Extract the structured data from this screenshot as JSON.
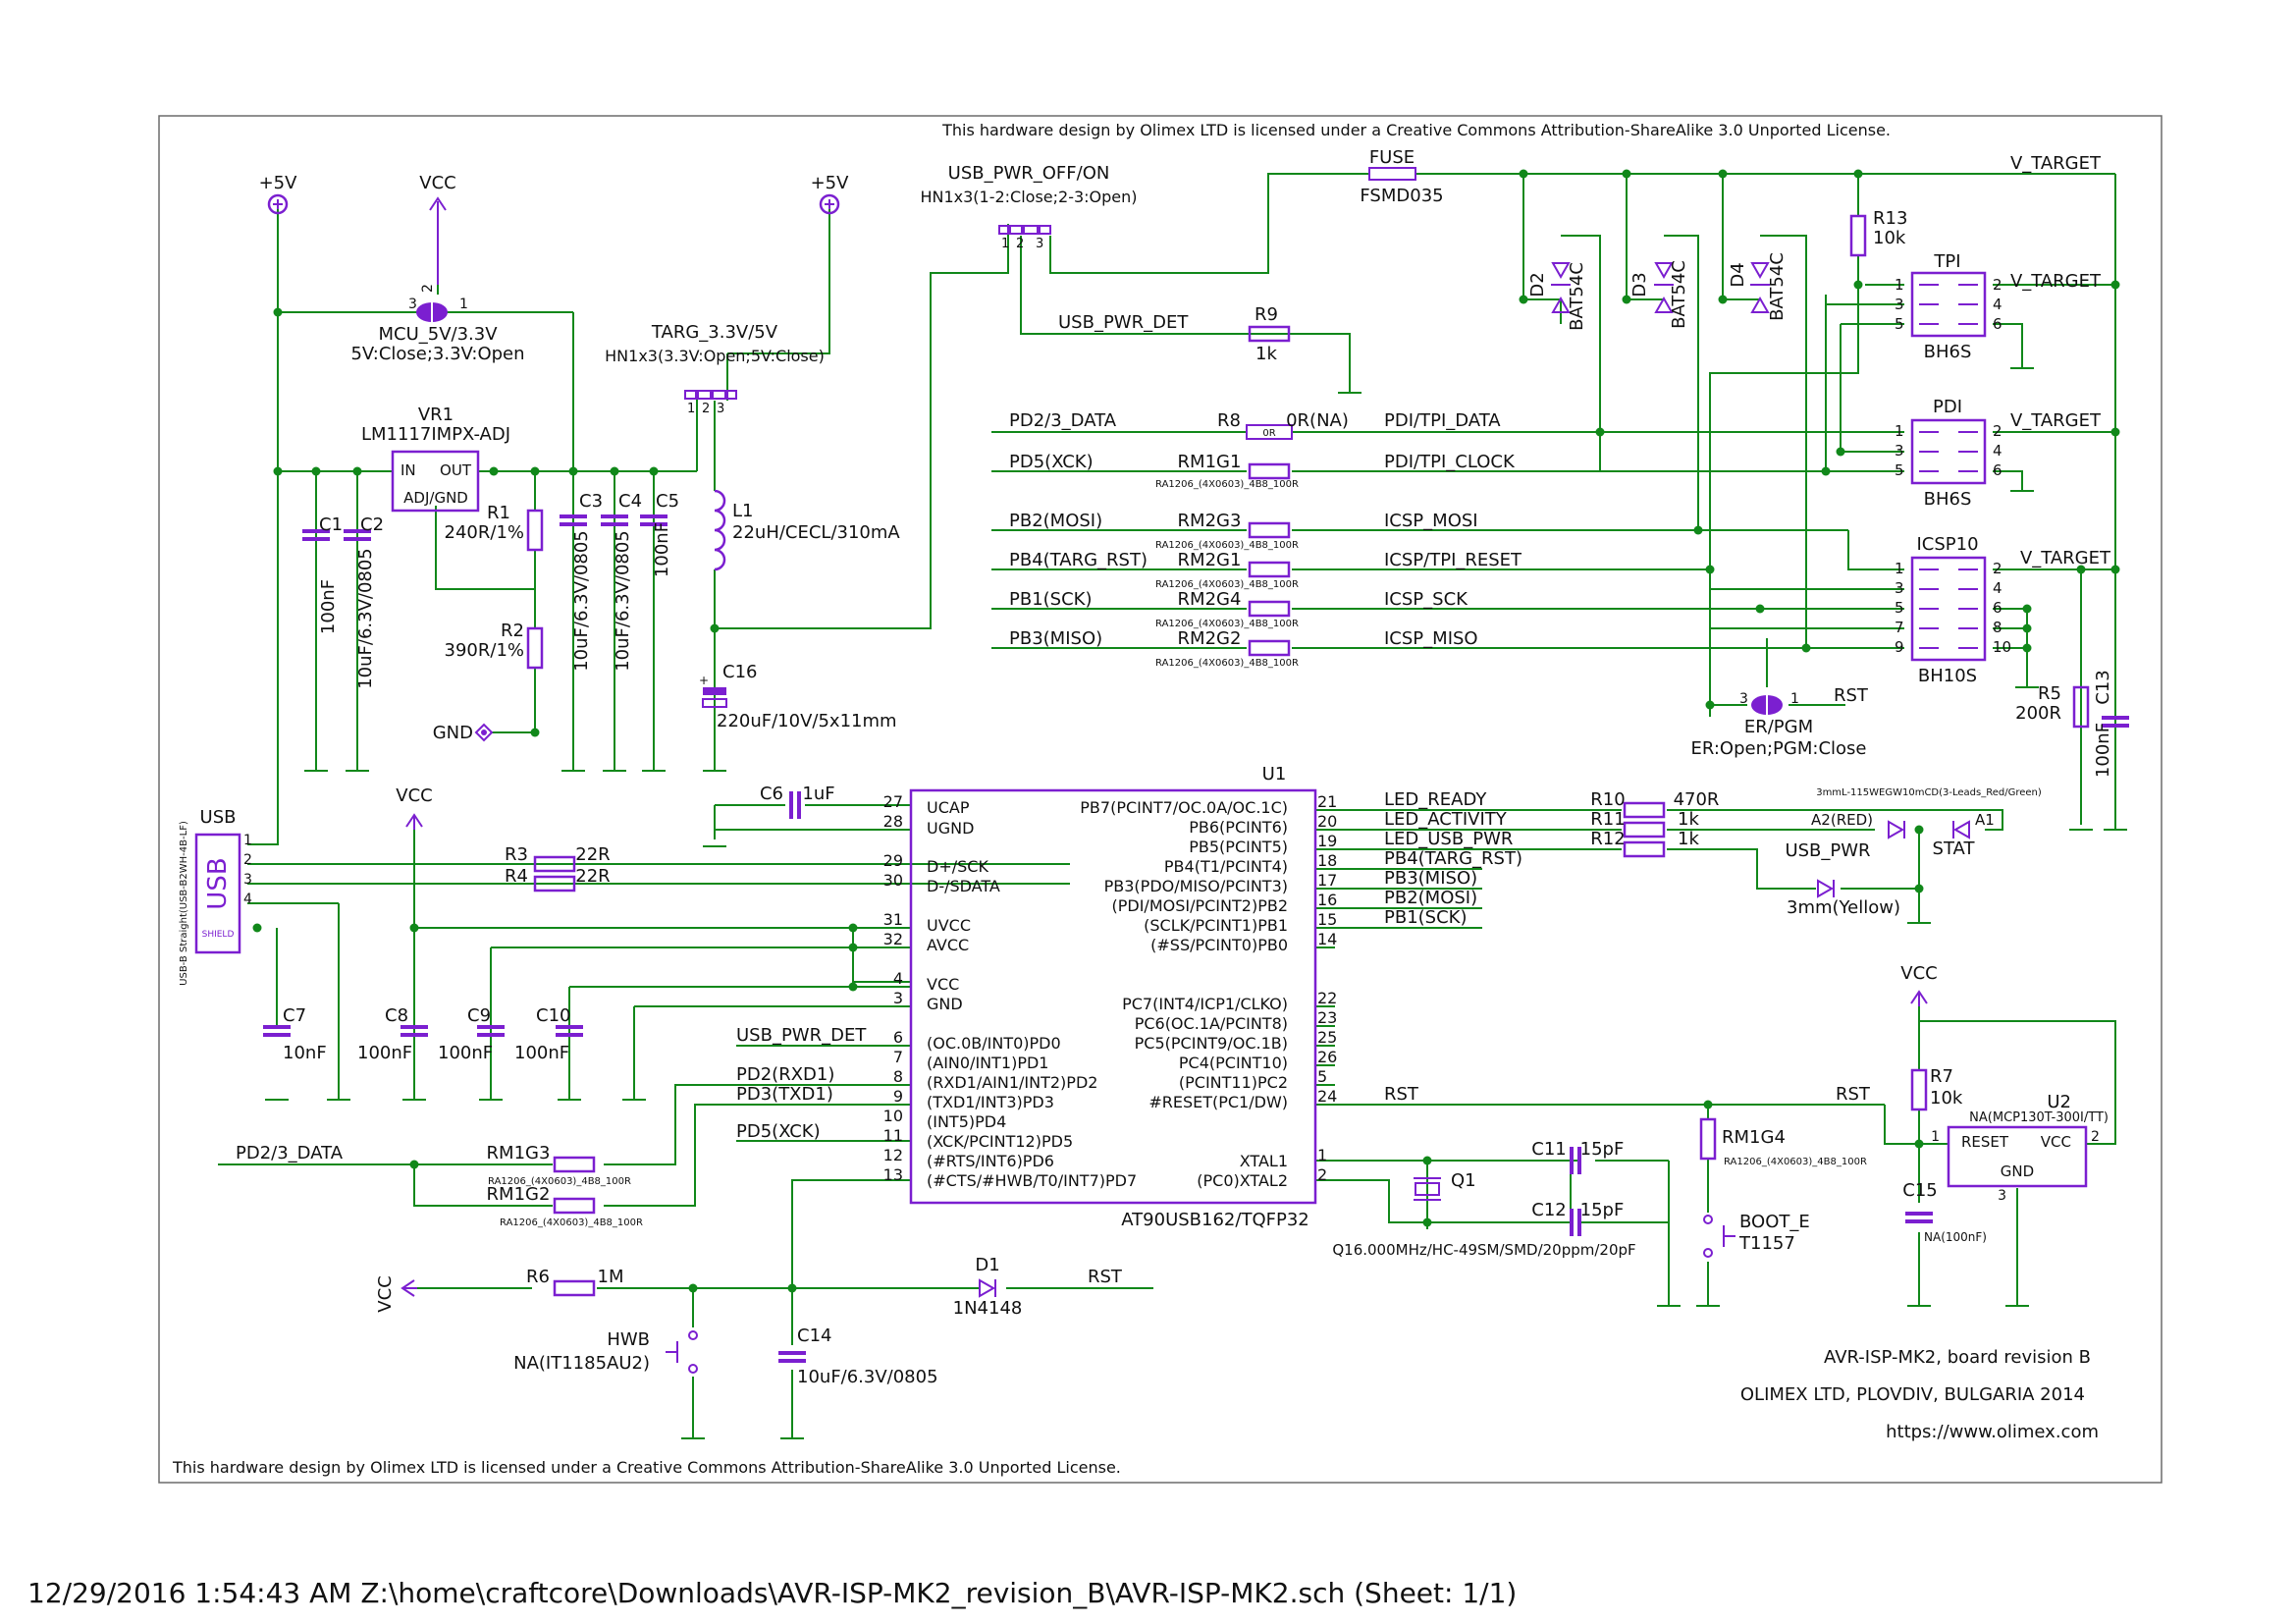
{
  "license_top": "This hardware design by Olimex LTD is licensed under a Creative Commons Attribution-ShareAlike 3.0 Unported License.",
  "license_bottom": "This hardware design by Olimex LTD is licensed under a Creative Commons Attribution-ShareAlike 3.0 Unported License.",
  "title_block": {
    "board": "AVR-ISP-MK2, board revision B",
    "company": "OLIMEX LTD, PLOVDIV, BULGARIA 2014",
    "url": "https://www.olimex.com"
  },
  "footer": "12/29/2016 1:54:43 AM  Z:\\home\\craftcore\\Downloads\\AVR-ISP-MK2_revision_B\\AVR-ISP-MK2.sch (Sheet: 1/1)",
  "power": {
    "p5v": "+5V",
    "vcc": "VCC",
    "gnd": "GND"
  },
  "jumpers": {
    "mcu_name": "MCU_5V/3.3V",
    "mcu_desc": "5V:Close;3.3V:Open",
    "targ_name": "TARG_3.3V/5V",
    "targ_desc": "HN1x3(3.3V:Open;5V:Close)",
    "usbpwr_name": "USB_PWR_OFF/ON",
    "usbpwr_desc": "HN1x3(1-2:Close;2-3:Open)",
    "erpgm_name": "ER/PGM",
    "erpgm_desc": "ER:Open;PGM:Close"
  },
  "regulator": {
    "ref": "VR1",
    "part": "LM1117IMPX-ADJ",
    "in": "IN",
    "out": "OUT",
    "adj": "ADJ/GND"
  },
  "components": {
    "c1": "C1",
    "c1v": "100nF",
    "c2": "C2",
    "c2v": "10uF/6.3V/0805",
    "c3": "C3",
    "c3v": "10uF/6.3V/0805",
    "c4": "C4",
    "c4v": "10uF/6.3V/0805",
    "c5": "C5",
    "c5v": "100nF",
    "r1": "R1",
    "r1v": "240R/1%",
    "r2": "R2",
    "r2v": "390R/1%",
    "l1": "L1",
    "l1v": "22uH/CECL/310mA",
    "c16": "C16",
    "c16v": "220uF/10V/5x11mm",
    "fuse": "FUSE",
    "fusev": "FSMD035",
    "r13": "R13",
    "r13v": "10k",
    "d2": "D2",
    "d3": "D3",
    "d4": "D4",
    "bat": "BAT54C",
    "r9": "R9",
    "r9v": "1k",
    "r8": "R8",
    "r8v": "0R(NA)",
    "r8box": "0R",
    "rm1g1": "RM1G1",
    "rm2g3": "RM2G3",
    "rm2g1": "RM2G1",
    "rm2g4": "RM2G4",
    "rm2g2": "RM2G2",
    "rm1g3": "RM1G3",
    "rm1g2": "RM1G2",
    "rm1g4": "RM1G4",
    "rapart": "RA1206_(4X0603)_4B8_100R",
    "c6": "C6",
    "c6v": "1uF",
    "r3": "R3",
    "r3v": "22R",
    "r4": "R4",
    "r4v": "22R",
    "c7": "C7",
    "c7v": "10nF",
    "c8": "C8",
    "c8v": "100nF",
    "c9": "C9",
    "c9v": "100nF",
    "c10": "C10",
    "c10v": "100nF",
    "r10": "R10",
    "r10v": "470R",
    "r11": "R11",
    "r11v": "1k",
    "r12": "R12",
    "r12v": "1k",
    "led_part": "3mmL-115WEGW10mCD(3-Leads_Red/Green)",
    "a2": "A2(RED)",
    "a1": "A1",
    "stat": "STAT",
    "usbpwr_led": "USB_PWR",
    "led3": "3mm(Yellow)",
    "r5": "R5",
    "r5v": "200R",
    "c13": "C13",
    "c13v": "100nF",
    "c11": "C11",
    "c11v": "15pF",
    "c12": "C12",
    "c12v": "15pF",
    "q1": "Q1",
    "q1v": "Q16.000MHz/HC-49SM/SMD/20ppm/20pF",
    "boot": "BOOT_E",
    "bootv": "T1157",
    "r7": "R7",
    "r7v": "10k",
    "c15": "C15",
    "c15v": "NA(100nF)",
    "u2": "U2",
    "u2v": "NA(MCP130T-300I/TT)",
    "u2reset": "RESET",
    "u2vcc": "VCC",
    "u2gnd": "GND",
    "r6": "R6",
    "r6v": "1M",
    "d1": "D1",
    "d1v": "1N4148",
    "hwb": "HWB",
    "hwbv": "NA(IT1185AU2)",
    "c14": "C14",
    "c14v": "10uF/6.3V/0805",
    "usb": "USB",
    "usb_part": "USB-B Straight(USB-B2WH-4B-LF)",
    "shield": "SHIELD"
  },
  "connectors": {
    "tpi": "TPI",
    "pdi": "PDI",
    "icsp": "ICSP10",
    "bh6": "BH6S",
    "bh10": "BH10S"
  },
  "nets": {
    "v_target": "V_TARGET",
    "usb_pwr_det": "USB_PWR_DET",
    "pd23_data": "PD2/3_DATA",
    "pd5_xck": "PD5(XCK)",
    "pb2_mosi": "PB2(MOSI)",
    "pb4_targ": "PB4(TARG_RST)",
    "pb1_sck": "PB1(SCK)",
    "pb3_miso": "PB3(MISO)",
    "pdi_tpi_data": "PDI/TPI_DATA",
    "pdi_tpi_clock": "PDI/TPI_CLOCK",
    "icsp_mosi": "ICSP_MOSI",
    "icsp_tpi_reset": "ICSP/TPI_RESET",
    "icsp_sck": "ICSP_SCK",
    "icsp_miso": "ICSP_MISO",
    "rst": "RST",
    "led_ready": "LED_READY",
    "led_activity": "LED_ACTIVITY",
    "led_usb_pwr": "LED_USB_PWR",
    "pb4_targ_rst": "PB4(TARG_RST)",
    "pb3_miso_r": "PB3(MISO)",
    "pb2_mosi_r": "PB2(MOSI)",
    "pb1_sck_r": "PB1(SCK)",
    "pd2_rxd1": "PD2(RXD1)",
    "pd3_txd1": "PD3(TXD1)"
  },
  "mcu": {
    "ref": "U1",
    "part": "AT90USB162/TQFP32",
    "left": [
      {
        "pin": "27",
        "name": "UCAP"
      },
      {
        "pin": "28",
        "name": "UGND"
      },
      {
        "pin": "29",
        "name": "D+/SCK"
      },
      {
        "pin": "30",
        "name": "D-/SDATA"
      },
      {
        "pin": "31",
        "name": "UVCC"
      },
      {
        "pin": "32",
        "name": "AVCC"
      },
      {
        "pin": "4",
        "name": "VCC"
      },
      {
        "pin": "3",
        "name": "GND"
      },
      {
        "pin": "6",
        "name": "(OC.0B/INT0)PD0"
      },
      {
        "pin": "7",
        "name": "(AIN0/INT1)PD1"
      },
      {
        "pin": "8",
        "name": "(RXD1/AIN1/INT2)PD2"
      },
      {
        "pin": "9",
        "name": "(TXD1/INT3)PD3"
      },
      {
        "pin": "10",
        "name": "(INT5)PD4"
      },
      {
        "pin": "11",
        "name": "(XCK/PCINT12)PD5"
      },
      {
        "pin": "12",
        "name": "(#RTS/INT6)PD6"
      },
      {
        "pin": "13",
        "name": "(#CTS/#HWB/T0/INT7)PD7"
      }
    ],
    "right": [
      {
        "pin": "21",
        "name": "PB7(PCINT7/OC.0A/OC.1C)"
      },
      {
        "pin": "20",
        "name": "PB6(PCINT6)"
      },
      {
        "pin": "19",
        "name": "PB5(PCINT5)"
      },
      {
        "pin": "18",
        "name": "PB4(T1/PCINT4)"
      },
      {
        "pin": "17",
        "name": "PB3(PDO/MISO/PCINT3)"
      },
      {
        "pin": "16",
        "name": "(PDI/MOSI/PCINT2)PB2"
      },
      {
        "pin": "15",
        "name": "(SCLK/PCINT1)PB1"
      },
      {
        "pin": "14",
        "name": "(#SS/PCINT0)PB0"
      },
      {
        "pin": "22",
        "name": "PC7(INT4/ICP1/CLKO)"
      },
      {
        "pin": "23",
        "name": "PC6(OC.1A/PCINT8)"
      },
      {
        "pin": "25",
        "name": "PC5(PCINT9/OC.1B)"
      },
      {
        "pin": "26",
        "name": "PC4(PCINT10)"
      },
      {
        "pin": "5",
        "name": "(PCINT11)PC2"
      },
      {
        "pin": "24",
        "name": "#RESET(PC1/DW)"
      },
      {
        "pin": "1",
        "name": "XTAL1"
      },
      {
        "pin": "2",
        "name": "(PC0)XTAL2"
      }
    ]
  },
  "pins": [
    "1",
    "2",
    "3",
    "4",
    "5",
    "6",
    "7",
    "8",
    "9",
    "10"
  ],
  "colors": {
    "wire": "#11881a",
    "symbol": "#7b1fd0",
    "text": "#111111",
    "border": "#6b6b6b"
  }
}
